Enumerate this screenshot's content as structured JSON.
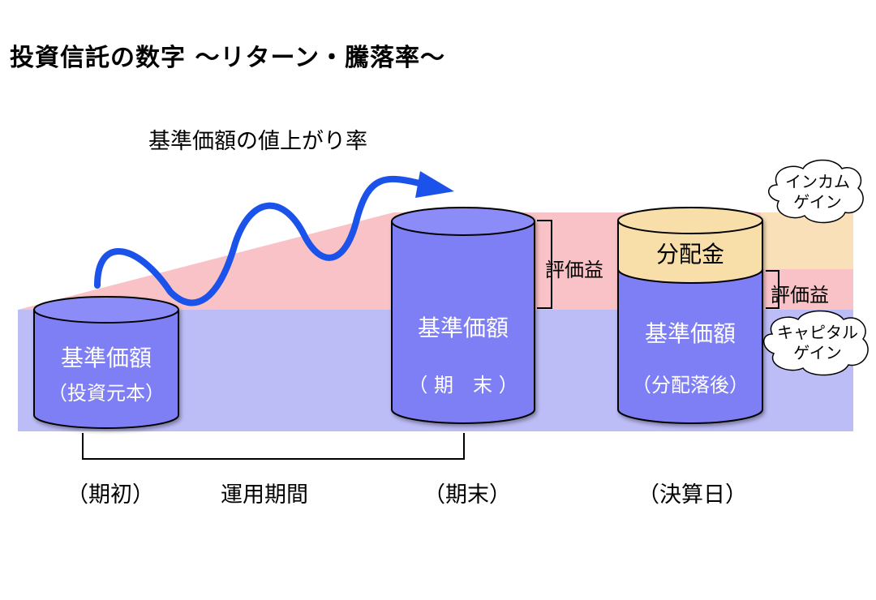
{
  "title": "投資信託の数字 〜リターン・騰落率〜",
  "growth_label": "基準価額の値上がり率",
  "cylinders": [
    {
      "line1": "基準価額",
      "line2": "（投資元本）"
    },
    {
      "line1": "基準価額",
      "line2": "（ 期　末 ）"
    },
    {
      "line1": "基準価額",
      "line2": "（分配落後）"
    }
  ],
  "distribution_label": "分配金",
  "valuation_gain_label_1": "評価益",
  "valuation_gain_label_2": "評価益",
  "income_gain": "インカム\nゲイン",
  "capital_gain": "キャピタル\nゲイン",
  "period_labels": {
    "start": "（期初）",
    "operation": "運用期間",
    "end": "（期末）",
    "settlement": "（決算日）"
  },
  "colors": {
    "blue_band": "#bcbcf6",
    "pink_band": "#f9c2c6",
    "orange_band": "#f9e0b8",
    "cylinder_body": "#7f7ff5",
    "cylinder_top": "#8c8cf8",
    "distribution_top": "#f8dea8",
    "arrow": "#1a52ea"
  }
}
